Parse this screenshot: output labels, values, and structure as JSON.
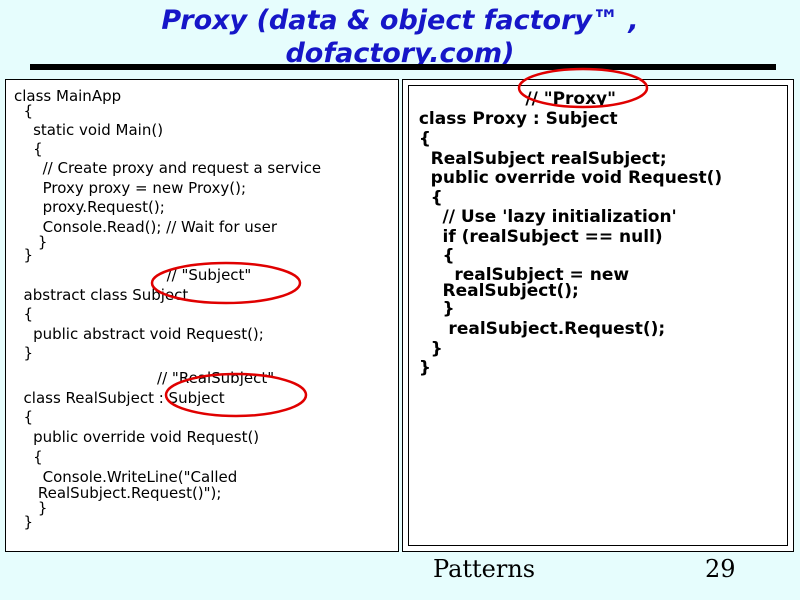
{
  "title": {
    "line1": "Proxy (data & object factory™ ,",
    "line2": "dofactory.com)"
  },
  "left_code": [
    "class MainApp",
    "  {",
    "    static void Main()",
    "    {",
    "      // Create proxy and request a service",
    "      Proxy proxy = new Proxy();",
    "      proxy.Request();",
    "      Console.Read(); // Wait for user",
    "     }",
    "  }",
    "                                // \"Subject\"",
    "  abstract class Subject",
    "  {",
    "    public abstract void Request();",
    "  }",
    "                              // \"RealSubject\"",
    "  class RealSubject : Subject",
    "  {",
    "    public override void Request()",
    "    {",
    "      Console.WriteLine(\"Called",
    "     RealSubject.Request()\");",
    "     }",
    "  }"
  ],
  "right_code": [
    "                    // \"Proxy\"",
    "  class Proxy : Subject",
    "  {",
    "    RealSubject realSubject;",
    "    public override void Request()",
    "    {",
    "      // Use 'lazy initialization'",
    "      if (realSubject == null)",
    "      {",
    "        realSubject = new",
    "      RealSubject();",
    "      }",
    "       realSubject.Request();",
    "    }",
    "  }"
  ],
  "footer": {
    "label": "Patterns",
    "page_number": "29"
  },
  "colors": {
    "background": "#e6fdfd",
    "title": "#1616c8",
    "annotation": "#e00000"
  }
}
